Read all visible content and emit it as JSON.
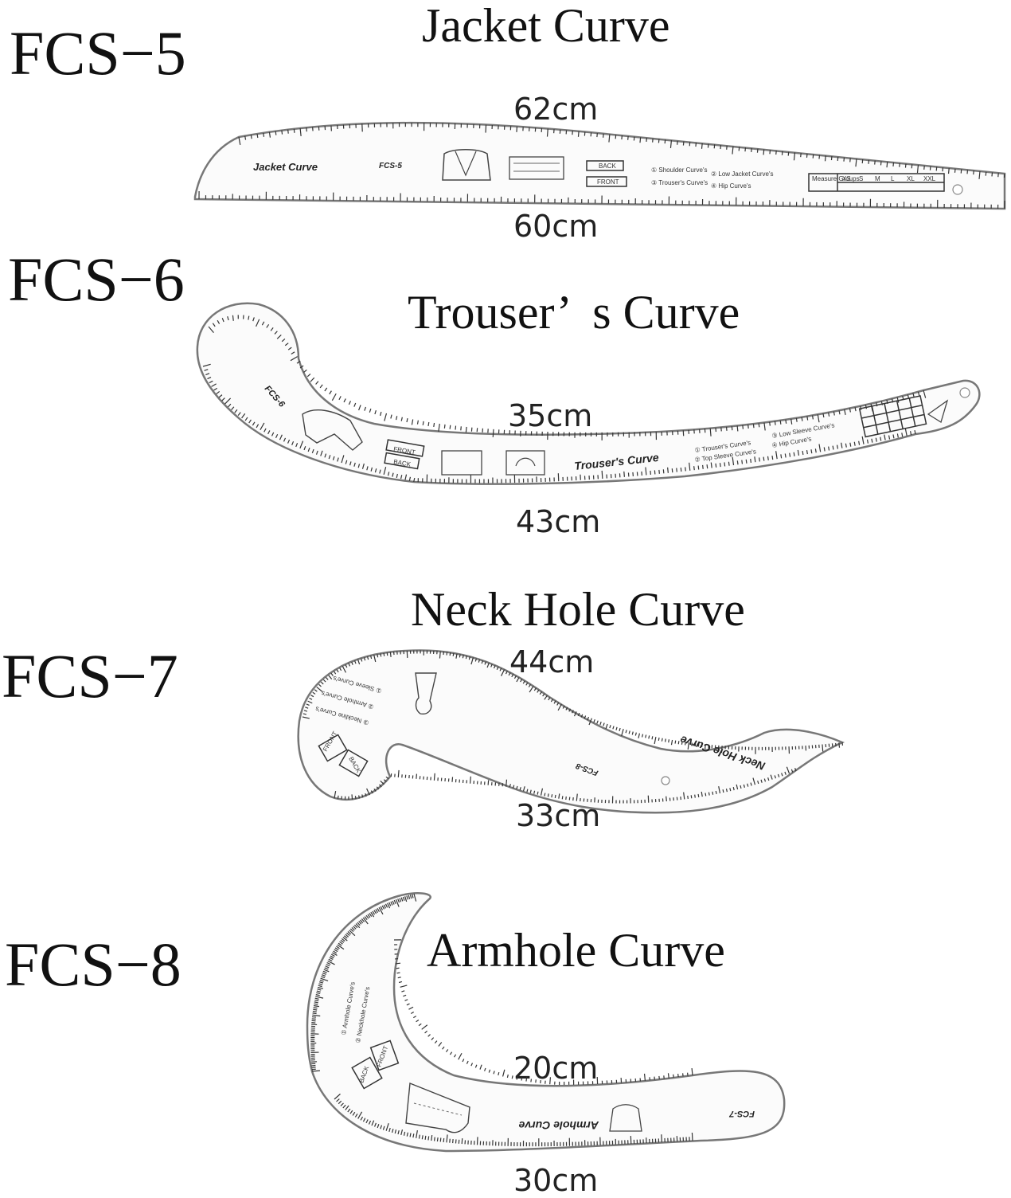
{
  "rulers": [
    {
      "code": "FCS−5",
      "title": "Jacket Curve",
      "top_length": "62cm",
      "bottom_length": "60cm",
      "ruler_label": "Jacket Curve",
      "ruler_code": "FCS-5",
      "legend": [
        "① Shoulder Curve's",
        "② Low Jacket Curve's",
        "③ Trouser's Curve's",
        "④ Hip Curve's"
      ],
      "markers": [
        "BACK",
        "FRONT"
      ],
      "table": {
        "header": "Measure Groups",
        "sizes": [
          "XS",
          "S",
          "M",
          "L",
          "XL",
          "XXL"
        ]
      }
    },
    {
      "code": "FCS−6",
      "title": "Trouser’  s Curve",
      "top_length": "35cm",
      "bottom_length": "43cm",
      "ruler_label": "Trouser's Curve",
      "ruler_code": "FCS-6",
      "legend": [
        "① Trouser's Curve's",
        "② Top Sleeve Curve's",
        "③ Low Sleeve Curve's",
        "④ Hip Curve's"
      ],
      "markers": [
        "FRONT",
        "BACK"
      ]
    },
    {
      "code": "FCS−7",
      "title": "Neck Hole Curve",
      "top_length": "44cm",
      "bottom_length": "33cm",
      "ruler_label": "Neck Hole Curve",
      "ruler_code": "FCS-8",
      "legend": [
        "① Sleeve Curve's",
        "② Armhole Curve's",
        "③ Neckline Curve's"
      ],
      "markers": [
        "FRONT",
        "BACK"
      ]
    },
    {
      "code": "FCS−8",
      "title": "Armhole Curve",
      "top_length": "20cm",
      "bottom_length": "30cm",
      "ruler_label": "Armhole Curve",
      "ruler_code": "FCS-7",
      "legend": [
        "① Armhole Curve's",
        "② Neckhole Curve's"
      ],
      "markers": [
        "FRONT",
        "BACK"
      ]
    }
  ]
}
